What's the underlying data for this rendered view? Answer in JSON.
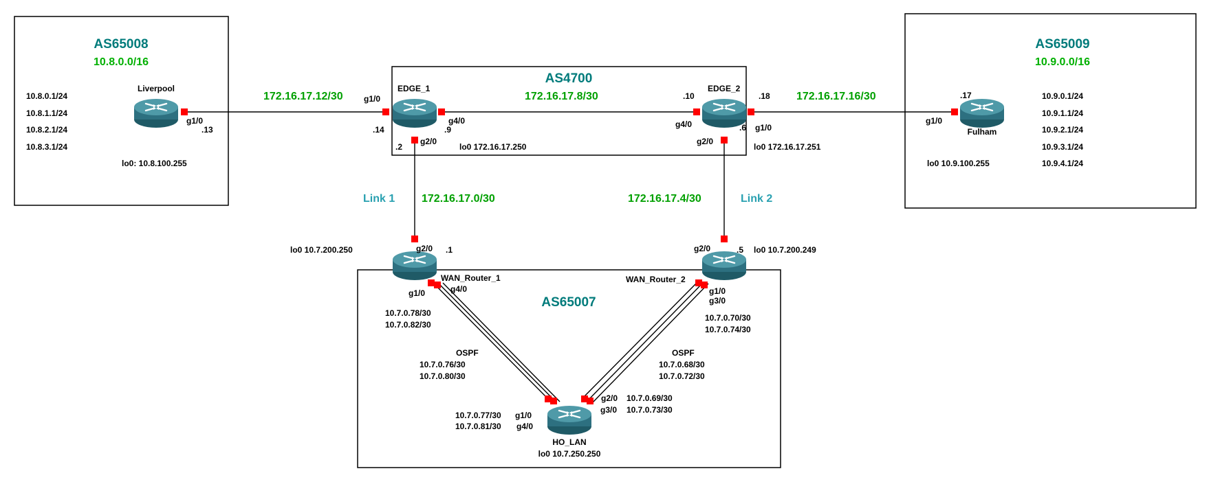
{
  "colors": {
    "as_title": "#007b7b",
    "subnet_green": "#00a000",
    "link_label": "#28a0b0",
    "port": "#ff0000"
  },
  "areas": {
    "as65008": {
      "title": "AS65008",
      "subnet": "10.8.0.0/16"
    },
    "as65009": {
      "title": "AS65009",
      "subnet": "10.9.0.0/16"
    },
    "as4700": {
      "title": "AS4700"
    },
    "as65007": {
      "title": "AS65007"
    }
  },
  "routers": {
    "liverpool": {
      "name": "Liverpool",
      "loopback": "lo0: 10.8.100.255",
      "nets": [
        "10.8.0.1/24",
        "10.8.1.1/24",
        "10.8.2.1/24",
        "10.8.3.1/24"
      ]
    },
    "fulham": {
      "name": "Fulham",
      "loopback": "lo0 10.9.100.255",
      "nets": [
        "10.9.0.1/24",
        "10.9.1.1/24",
        "10.9.2.1/24",
        "10.9.3.1/24",
        "10.9.4.1/24"
      ]
    },
    "edge1": {
      "name": "EDGE_1",
      "loopback": "lo0 172.16.17.250"
    },
    "edge2": {
      "name": "EDGE_2",
      "loopback": "lo0 172.16.17.251"
    },
    "wan1": {
      "name": "WAN_Router_1",
      "loopback": "lo0 10.7.200.250"
    },
    "wan2": {
      "name": "WAN_Router_2",
      "loopback": "lo0 10.7.200.249"
    },
    "holan": {
      "name": "HO_LAN",
      "loopback": "lo0 10.7.250.250"
    }
  },
  "links": {
    "liv_edge1": "172.16.17.12/30",
    "edge1_edge2": "172.16.17.8/30",
    "edge2_fulham": "172.16.17.16/30",
    "link1_name": "Link 1",
    "link1_net": "172.16.17.0/30",
    "link2_name": "Link 2",
    "link2_net": "172.16.17.4/30"
  },
  "interfaces": {
    "liv_g10": "g1/0",
    "liv_13": ".13",
    "e1_g10": "g1/0",
    "e1_14": ".14",
    "e1_g40": "g4/0",
    "e1_9": ".9",
    "e1_g20": "g2/0",
    "e1_2": ".2",
    "e2_10": ".10",
    "e2_18": ".18",
    "e2_g40": "g4/0",
    "e2_g10": "g1/0",
    "e2_g20": "g2/0",
    "e2_6": ".6",
    "fu_17": ".17",
    "fu_g10": "g1/0",
    "w1_g20": "g2/0",
    "w1_1": ".1",
    "w1_g40": "g4/0",
    "w1_g10": "g1/0",
    "w2_g20": "g2/0",
    "w2_5": ".5",
    "w2_g10": "g1/0",
    "w2_g30": "g3/0",
    "ho_g10": "g1/0",
    "ho_g40": "g4/0",
    "ho_g20": "g2/0",
    "ho_g30": "g3/0"
  },
  "ospf": {
    "left_if": [
      "10.7.0.78/30",
      "10.7.0.82/30"
    ],
    "left_label": "OSPF",
    "left_nets": [
      "10.7.0.76/30",
      "10.7.0.80/30"
    ],
    "left_ho": [
      "10.7.0.77/30",
      "10.7.0.81/30"
    ],
    "right_if": [
      "10.7.0.70/30",
      "10.7.0.74/30"
    ],
    "right_label": "OSPF",
    "right_nets": [
      "10.7.0.68/30",
      "10.7.0.72/30"
    ],
    "right_ho": [
      "10.7.0.69/30",
      "10.7.0.73/30"
    ]
  }
}
